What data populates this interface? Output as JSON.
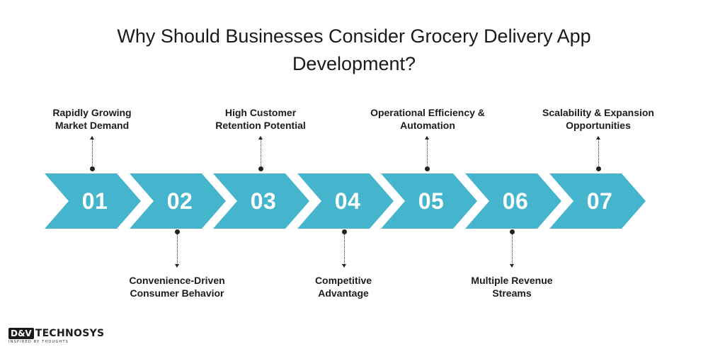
{
  "title": {
    "line1": "Why Should Businesses Consider Grocery Delivery App",
    "line2": "Development?"
  },
  "steps": [
    {
      "number": "01",
      "label_lines": [
        "Rapidly Growing",
        "Market Demand"
      ],
      "position": "top"
    },
    {
      "number": "02",
      "label_lines": [
        "Convenience-Driven",
        "Consumer Behavior"
      ],
      "position": "bottom"
    },
    {
      "number": "03",
      "label_lines": [
        "High Customer",
        "Retention Potential"
      ],
      "position": "top"
    },
    {
      "number": "04",
      "label_lines": [
        "Competitive",
        "Advantage"
      ],
      "position": "bottom"
    },
    {
      "number": "05",
      "label_lines": [
        "Operational Efficiency &",
        "Automation"
      ],
      "position": "top"
    },
    {
      "number": "06",
      "label_lines": [
        "Multiple Revenue",
        "Streams"
      ],
      "position": "bottom"
    },
    {
      "number": "07",
      "label_lines": [
        "Scalability & Expansion",
        "Opportunities"
      ],
      "position": "top"
    }
  ],
  "colors": {
    "chevron": "#45b5cd",
    "chevron_text": "#ffffff",
    "label_text": "#1c1c1c"
  },
  "logo": {
    "box_text": "D&V",
    "text": "TECHNOSYS",
    "tagline": "INSPIRED BY THOUGHTS"
  }
}
